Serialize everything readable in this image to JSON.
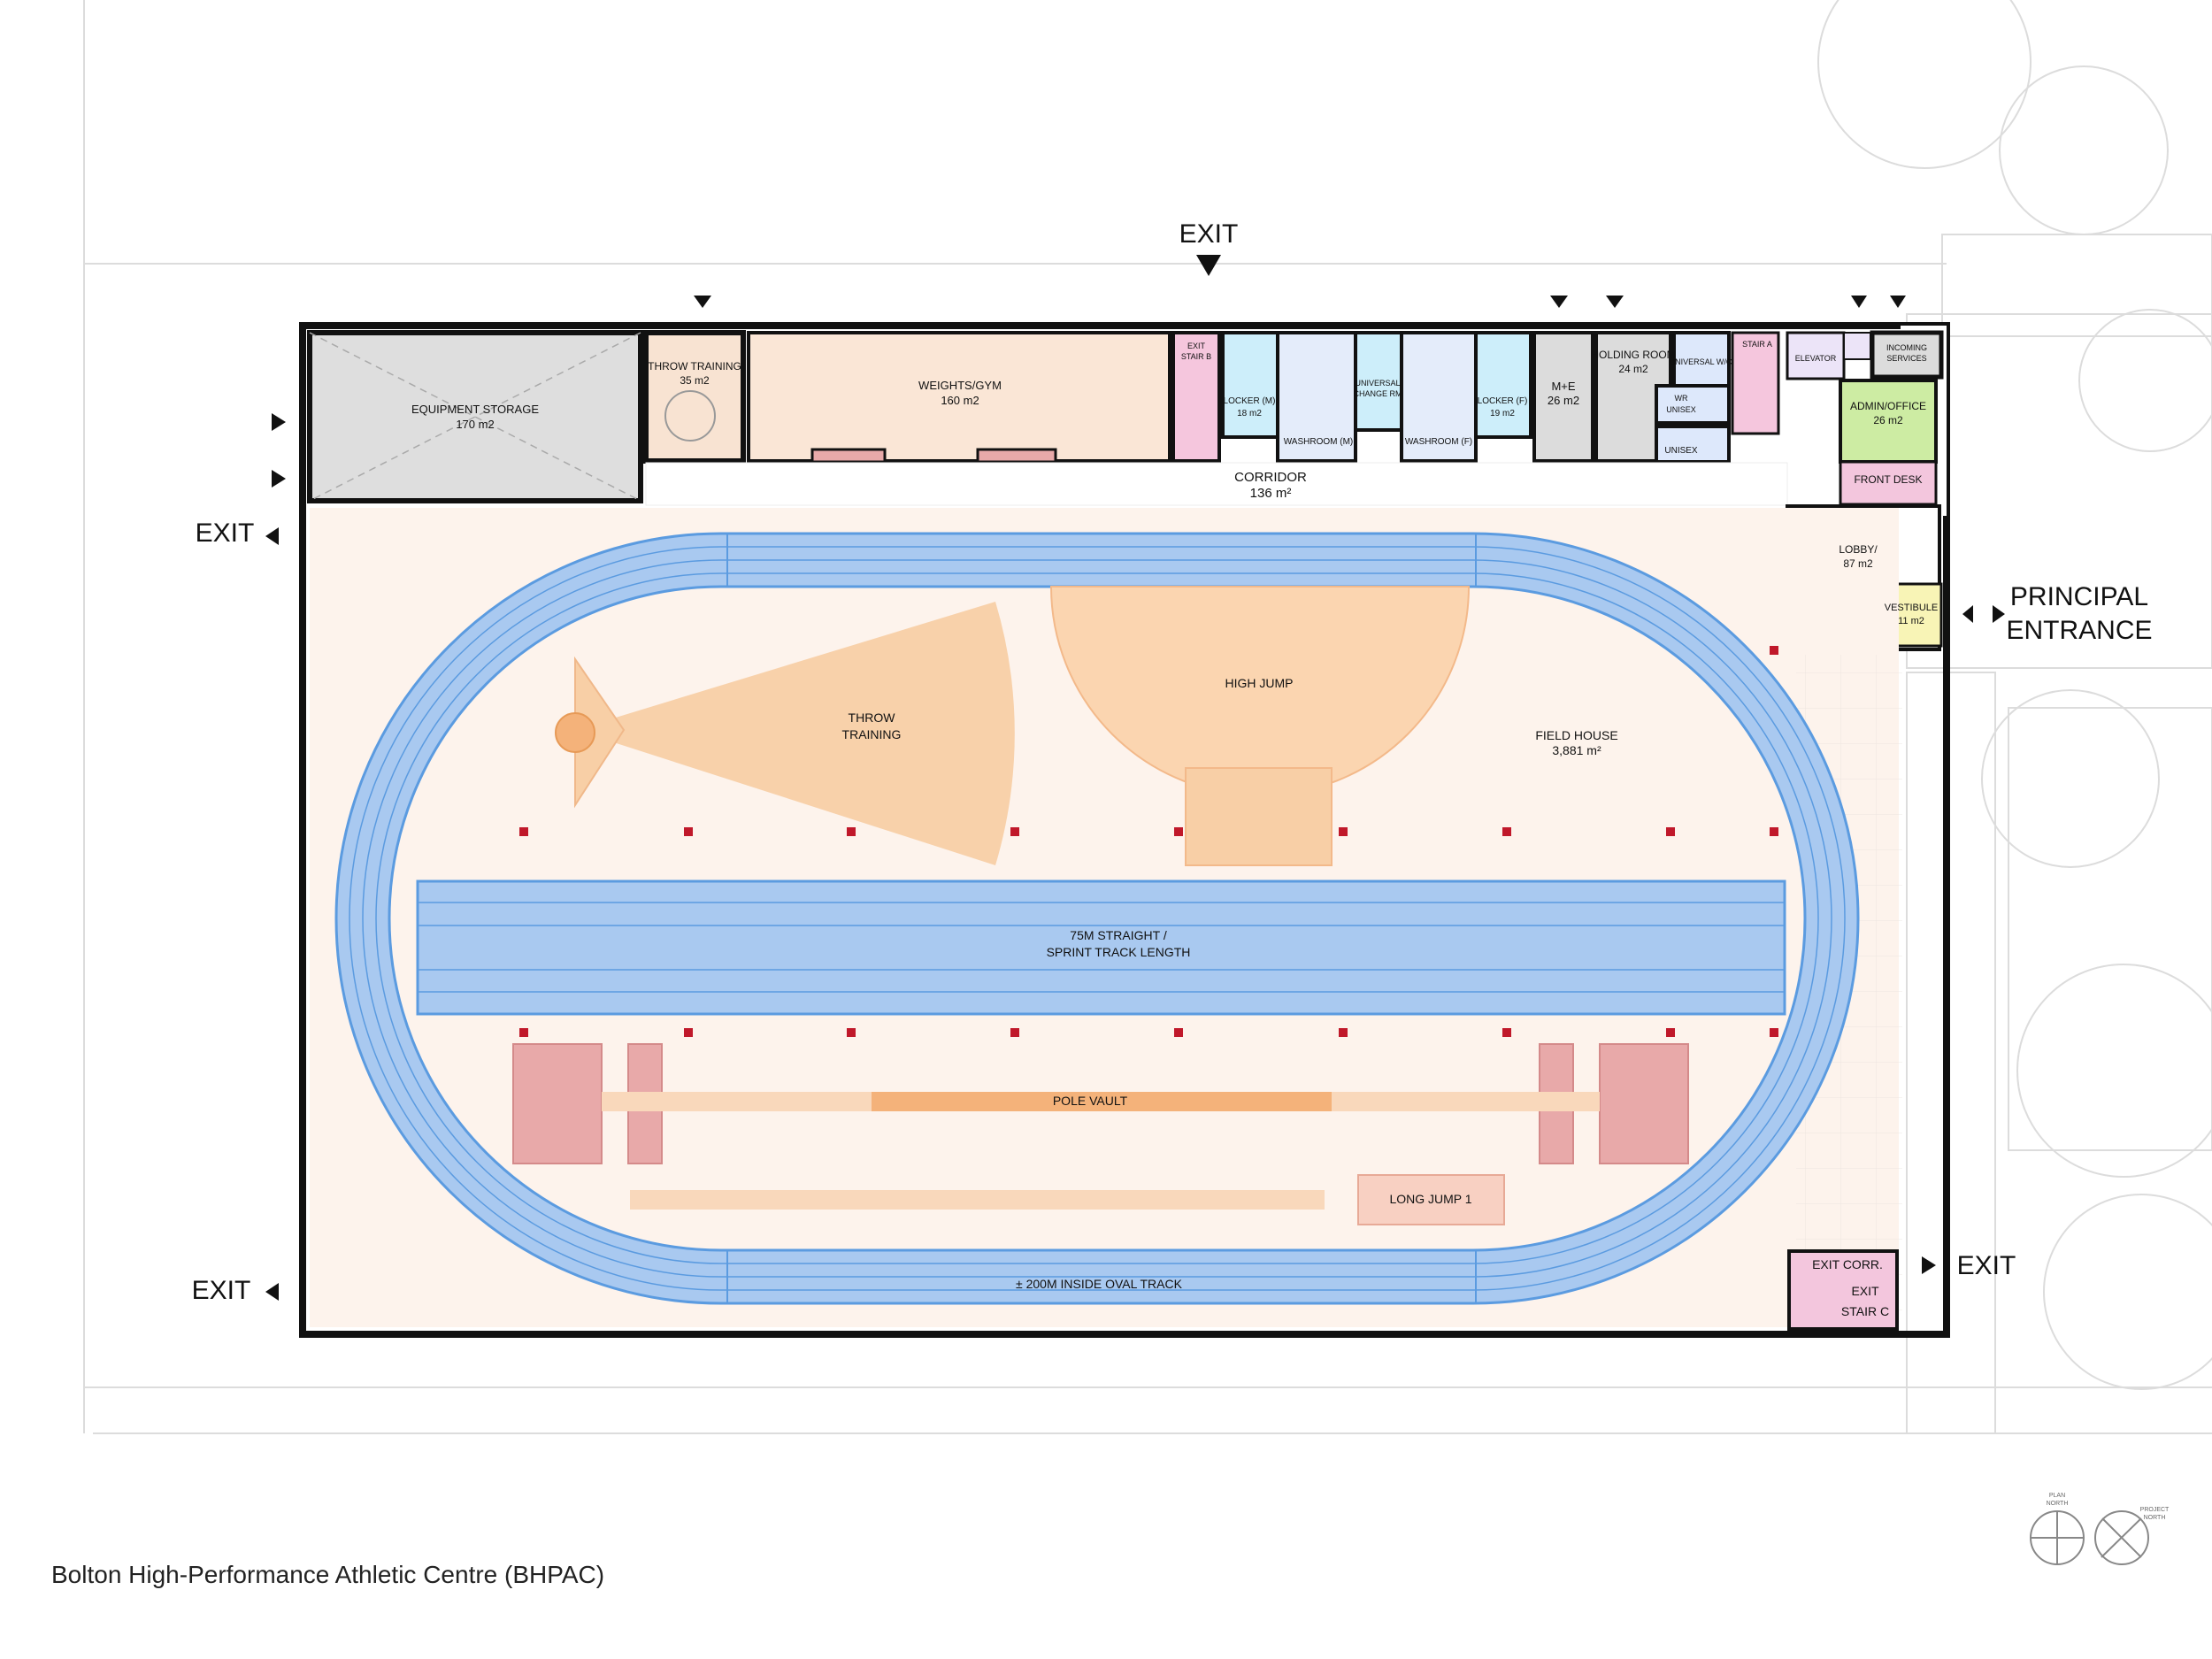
{
  "project_title": "Bolton High-Performance Athletic Centre (BHPAC)",
  "exits": {
    "top": "EXIT",
    "left_upper": "EXIT",
    "left_lower": "EXIT",
    "right_lower": "EXIT"
  },
  "principal_entrance": {
    "line1": "PRINCIPAL",
    "line2": "ENTRANCE"
  },
  "rooms": {
    "equipment_storage": {
      "name": "EQUIPMENT STORAGE",
      "area": "170 m2"
    },
    "throw_training_room": {
      "name": "THROW TRAINING",
      "area": "35 m2"
    },
    "weights_gym": {
      "name": "WEIGHTS/GYM",
      "area": "160 m2"
    },
    "exit_stair_b": {
      "line1": "EXIT",
      "line2": "STAIR B"
    },
    "locker_m": {
      "name": "LOCKER (M)",
      "area": "18 m2"
    },
    "washroom_m": {
      "name": "WASHROOM (M)"
    },
    "universal_change": {
      "line1": "UNIVERSAL",
      "line2": "CHANGE RM"
    },
    "washroom_f": {
      "name": "WASHROOM (F)"
    },
    "locker_f": {
      "name": "LOCKER (F)",
      "area": "19 m2"
    },
    "m_e": {
      "name": "M+E",
      "area": "26 m2"
    },
    "holding_room": {
      "name": "HOLDING ROOM",
      "area": "24 m2"
    },
    "universal_wc": {
      "name": "UNIVERSAL W/C"
    },
    "wr_unisex": {
      "line1": "WR",
      "line2": "UNISEX"
    },
    "unisex": {
      "name": "UNISEX"
    },
    "stair_a": {
      "name": "STAIR A"
    },
    "elevator": {
      "name": "ELEVATOR"
    },
    "incoming_services": {
      "line1": "INCOMING",
      "line2": "SERVICES"
    },
    "admin_office": {
      "name": "ADMIN/OFFICE",
      "area": "26 m2"
    },
    "front_desk": {
      "name": "FRONT DESK"
    },
    "corridor": {
      "name": "CORRIDOR",
      "area": "136 m²"
    },
    "lobby": {
      "name": "LOBBY/",
      "area": "87 m2"
    },
    "vestibule": {
      "name": "VESTIBULE",
      "area": "11 m2"
    },
    "field_house": {
      "name": "FIELD HOUSE",
      "area": "3,881 m²"
    },
    "exit_corr": {
      "name": "EXIT CORR."
    },
    "exit_stair_c": {
      "line1": "EXIT",
      "line2": "STAIR C"
    }
  },
  "field": {
    "throw_training": {
      "line1": "THROW",
      "line2": "TRAINING"
    },
    "high_jump": "HIGH JUMP",
    "sprint": {
      "line1": "75M STRAIGHT /",
      "line2": "SPRINT TRACK LENGTH"
    },
    "pole_vault": "POLE VAULT",
    "long_jump": "LONG JUMP 1",
    "oval_track": "± 200M INSIDE OVAL TRACK"
  },
  "north_arrows": {
    "plan_north": {
      "line1": "PLAN",
      "line2": "NORTH"
    },
    "project_north": {
      "line1": "PROJECT",
      "line2": "NORTH"
    }
  },
  "colors": {
    "wall": "#111111",
    "track": "#a9c9f0",
    "track_stroke": "#5b9be0",
    "field_fill": "#fdf3ec",
    "throw_zone": "#f8cfa6",
    "pink_room": "#f3c6dd",
    "cyan_room": "#cdeefa",
    "green_room": "#cdeca3",
    "gray_room": "#dcdcdc",
    "column": "#c0182a"
  }
}
